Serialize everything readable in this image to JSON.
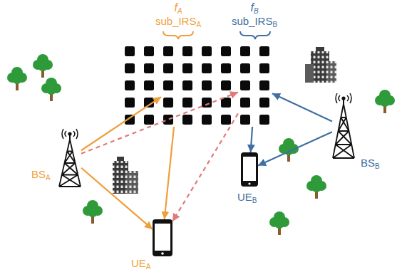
{
  "diagram": {
    "nodes": [
      {
        "text": [
          "fA",
          "sub_IRSA"
        ]
      },
      {
        "text": [
          "fB",
          "sub_IRSB"
        ]
      },
      {
        "text": [
          "BSA"
        ]
      },
      {
        "text": [
          "UEB"
        ]
      },
      {
        "text": [
          "BSB"
        ]
      },
      {
        "text": [
          "UEA"
        ]
      }
    ],
    "edges": [
      {
        "from": 2,
        "to": 0,
        "arrow": "to"
      },
      {
        "from": 0,
        "to": 5,
        "arrow": "to"
      },
      {
        "from": 2,
        "to": 5,
        "arrow": "to"
      },
      {
        "from": 2,
        "to": 1,
        "arrow": "to"
      },
      {
        "from": 1,
        "to": 5,
        "arrow": "to"
      },
      {
        "from": 4,
        "to": 1,
        "arrow": "to"
      },
      {
        "from": 1,
        "to": 3,
        "arrow": "to"
      },
      {
        "from": 4,
        "to": 3,
        "arrow": "to"
      }
    ]
  }
}
